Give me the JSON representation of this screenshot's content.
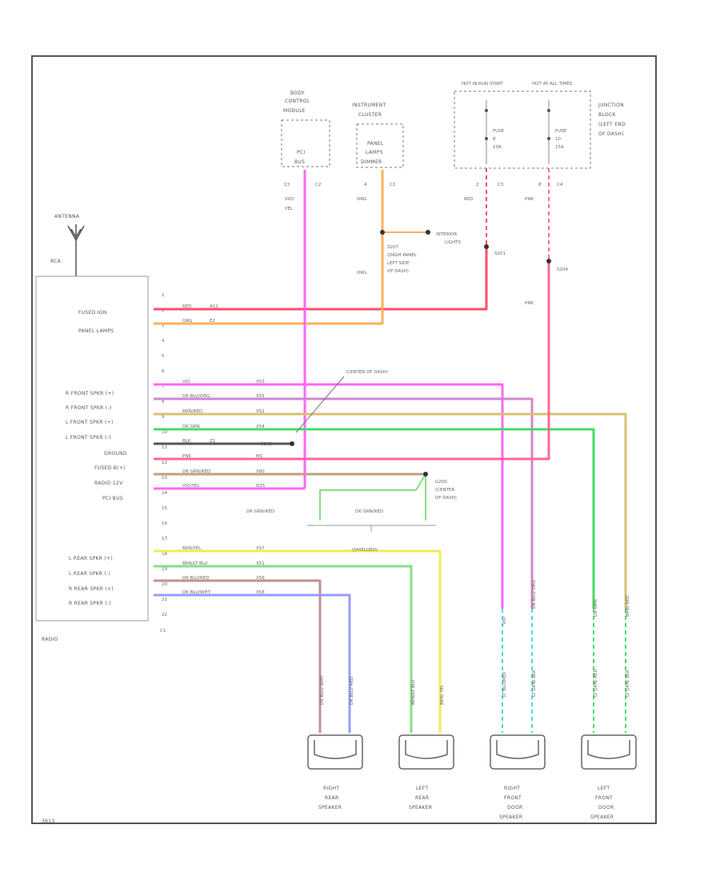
{
  "colors": {
    "red": "#ff4d6a",
    "orange": "#ffb060",
    "magenta": "#ff66ff",
    "violet": "#cc88cc",
    "tan": "#d9c070",
    "green": "#44dd66",
    "pink": "#ff6699",
    "brown": "#c0a080",
    "gray": "#555555",
    "yellow": "#eeee55",
    "lightgreen": "#88dd88",
    "mauve": "#c09090",
    "blue": "#9999ff",
    "cyan": "#44dddd"
  },
  "diagram": {
    "radio_label": "RADIO",
    "antenna_label": "ANTENNA",
    "rca_label": "RCA",
    "corner_code": "3613",
    "top_components": {
      "bcm": [
        "BODY",
        "CONTROL",
        "MODULE"
      ],
      "bcm_inner": [
        "PCI",
        "BUS"
      ],
      "cluster": [
        "INSTRUMENT",
        "CLUSTER"
      ],
      "cluster_inner": [
        "PANEL",
        "LAMPS",
        "DIMMER"
      ],
      "fuse_a_top": "HOT IN RUN START",
      "fuse_b_top": "HOT AT ALL TIMES",
      "fuse_a": [
        "FUSE",
        "8",
        "10A"
      ],
      "fuse_b": [
        "FUSE",
        "10",
        "15A"
      ],
      "junction": [
        "JUNCTION",
        "BLOCK",
        "(LEFT END",
        "OF DASH)"
      ]
    },
    "top_pins": {
      "bcm": [
        "13",
        "C2"
      ],
      "bcm_wire": [
        "VIO/",
        "YEL"
      ],
      "cluster": [
        "4",
        "C1"
      ],
      "cluster_wire": "ORG",
      "fuse_a": [
        "2",
        "C3"
      ],
      "fuse_a_wire": "RED",
      "fuse_b": [
        "8",
        "C4"
      ],
      "fuse_b_wire": "PNK"
    },
    "splices": {
      "s207_id": "S207",
      "s207_desc": [
        "(DASH PANEL",
        "LEFT SIDE",
        "OF DASH)"
      ],
      "interior_lights": [
        "INTERIOR",
        "LIGHTS"
      ],
      "s201": "S201",
      "s204": "S204",
      "center_dash": "(CENTER OF DASH)",
      "g200_id": "G200",
      "g200_desc": [
        "(CENTER",
        "OF DASH)"
      ],
      "s205": "S205",
      "ground_left": "DK GRN/RED",
      "ground_mid": "DK GRN/RED",
      "shielded": "(SHIELDED)",
      "org_mid": "ORG",
      "pnk_mid": "PNK"
    },
    "radio_functions": [
      "FUSED IGN",
      "PANEL LAMPS",
      "R FRONT SPKR (+)",
      "R FRONT SPKR (-)",
      "L FRONT SPKR (+)",
      "L FRONT SPKR (-)",
      "GROUND",
      "FUSED B(+)",
      "RADIO 12V",
      "PCI BUS",
      "L REAR SPKR (+)",
      "L REAR SPKR (-)",
      "R REAR SPKR (+)",
      "R REAR SPKR (-)"
    ],
    "radio_pins": [
      "1",
      "2",
      "3",
      "4",
      "5",
      "6",
      "7",
      "8",
      "9",
      "10",
      "11",
      "12",
      "13",
      "14",
      "15",
      "16",
      "17",
      "18",
      "19",
      "20",
      "21",
      "22",
      "C1"
    ],
    "wire_rows": [
      {
        "pin": "2",
        "color": "RED",
        "circuit": "A12"
      },
      {
        "pin": "3",
        "color": "ORG",
        "circuit": "E2"
      },
      {
        "pin": "7",
        "color": "VIO",
        "circuit": "X53"
      },
      {
        "pin": "8",
        "color": "DK BLU/ORG",
        "circuit": "X55"
      },
      {
        "pin": "9",
        "color": "BRN/RED",
        "circuit": "X52"
      },
      {
        "pin": "10",
        "color": "DK GRN",
        "circuit": "X54"
      },
      {
        "pin": "11",
        "color": "BLK",
        "circuit": "Z1"
      },
      {
        "pin": "12",
        "color": "PNK",
        "circuit": "M1"
      },
      {
        "pin": "13",
        "color": "DK GRN/RED",
        "circuit": "X60"
      },
      {
        "pin": "14",
        "color": "VIO/YEL",
        "circuit": "D25"
      },
      {
        "pin": "18",
        "color": "BRN/YEL",
        "circuit": "X57"
      },
      {
        "pin": "19",
        "color": "BRN/LT BLU",
        "circuit": "X51"
      },
      {
        "pin": "20",
        "color": "DK BLU/RED",
        "circuit": "X56"
      },
      {
        "pin": "21",
        "color": "DK BLU/WHT",
        "circuit": "X58"
      }
    ],
    "speaker_wires": {
      "rr_a": "DK BLU/ WHT",
      "rr_b": "DK BLU/ RED",
      "lr_a": "BRN/LT BLU",
      "lr_b": "BRN/ YEL",
      "rf_a": "VIO",
      "rf_b": "DK BLU/ ORG",
      "rf_c": "LT BLU/RED",
      "rf_d": "LT GRN/ BLK",
      "lf_a": "DK GRN",
      "lf_b": "BRN/ RED",
      "lf_c": "LT GRN/ RED",
      "lf_d": "LT GRN/ BLK"
    },
    "speakers": {
      "right_rear": [
        "RIGHT",
        "REAR",
        "SPEAKER"
      ],
      "left_rear": [
        "LEFT",
        "REAR",
        "SPEAKER"
      ],
      "right_front": [
        "RIGHT",
        "FRONT",
        "DOOR",
        "SPEAKER"
      ],
      "left_front": [
        "LEFT",
        "FRONT",
        "DOOR",
        "SPEAKER"
      ]
    }
  }
}
